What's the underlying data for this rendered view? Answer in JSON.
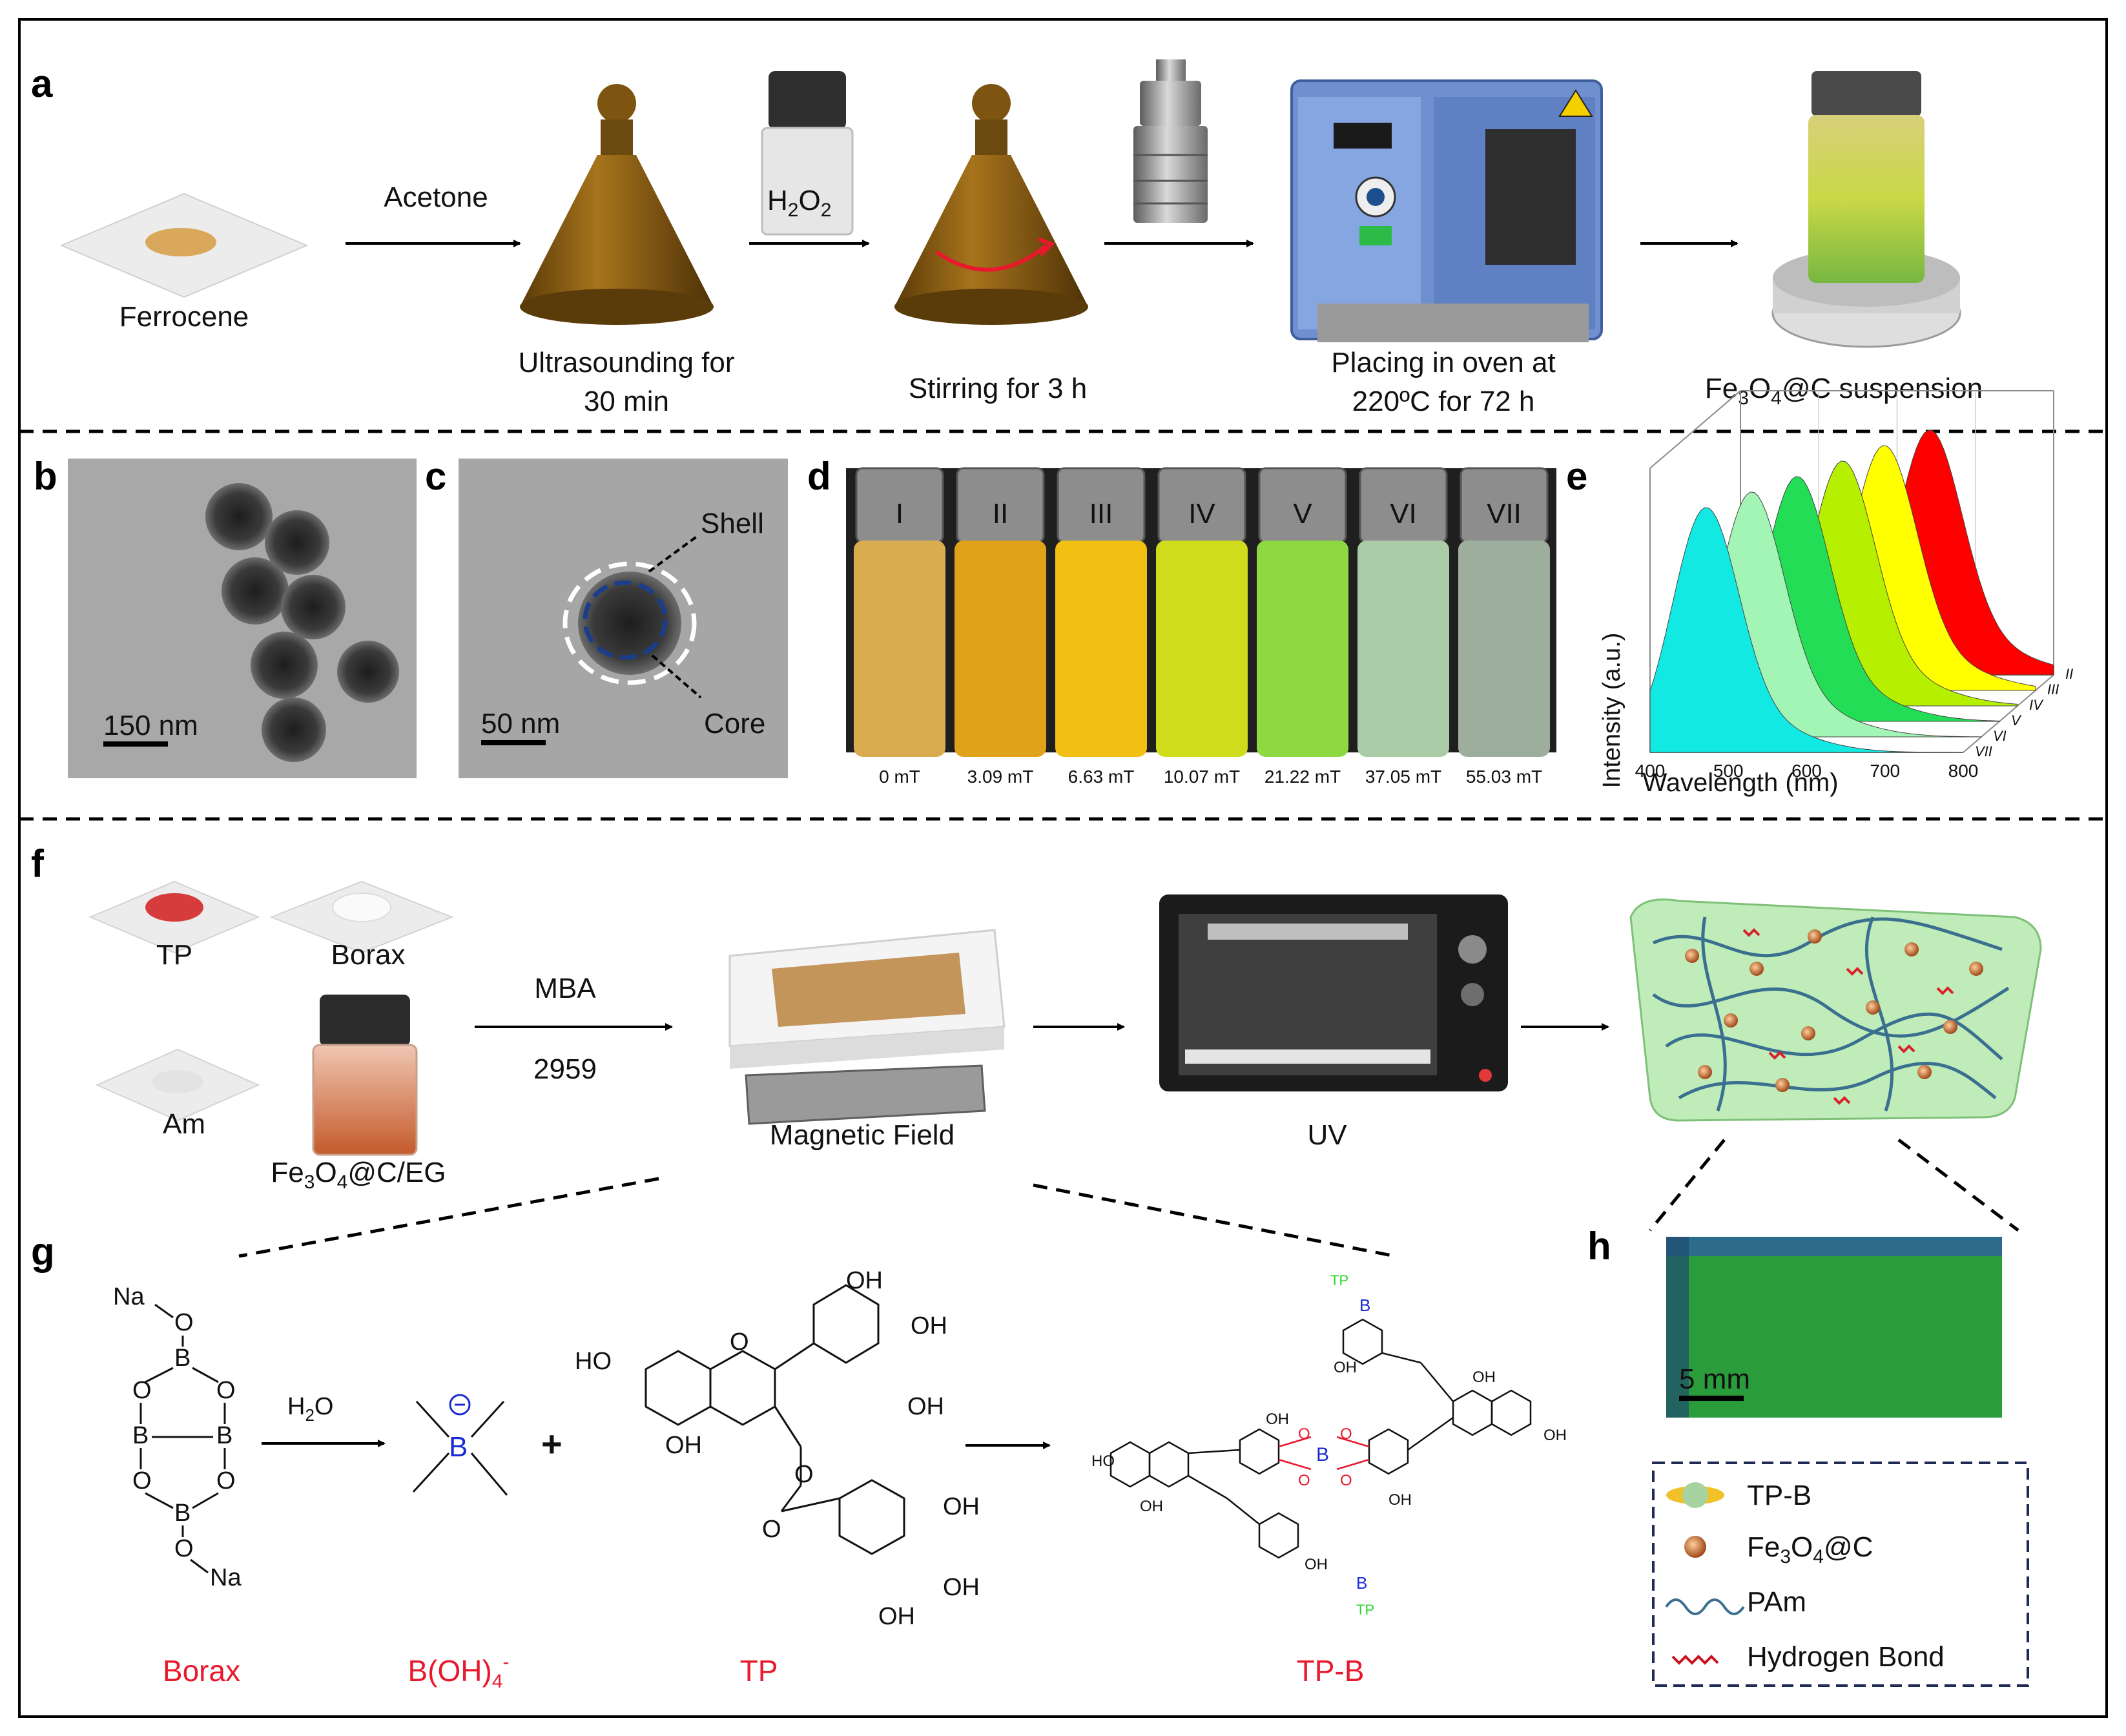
{
  "panel_letters": {
    "a": "a",
    "b": "b",
    "c": "c",
    "d": "d",
    "e": "e",
    "f": "f",
    "g": "g",
    "h": "h"
  },
  "panel_a": {
    "ferrocene": "Ferrocene",
    "acetone": "Acetone",
    "h2o2_base": "H",
    "h2o2_sub1": "2",
    "h2o2_o": "O",
    "h2o2_sub2": "2",
    "step_ultrasound_1": "Ultrasounding  for",
    "step_ultrasound_2": "30 min",
    "step_stir": "Stirring for 3 h",
    "step_oven_1": "Placing in oven at",
    "step_oven_2": "220ºC for 72 h",
    "product_fe": "Fe",
    "product_sub3": "3",
    "product_o": "O",
    "product_sub4": "4",
    "product_rest": "@C suspension"
  },
  "panel_b": {
    "scale": "150 nm"
  },
  "panel_c": {
    "scale": "50 nm",
    "shell": "Shell",
    "core": "Core"
  },
  "panel_d": {
    "vials": [
      {
        "label": "I",
        "field": "0 mT",
        "color": "#d9ad4f"
      },
      {
        "label": "II",
        "field": "3.09 mT",
        "color": "#e0a21a"
      },
      {
        "label": "III",
        "field": "6.63 mT",
        "color": "#f1c012"
      },
      {
        "label": "IV",
        "field": "10.07 mT",
        "color": "#cfdc1c"
      },
      {
        "label": "V",
        "field": "21.22 mT",
        "color": "#8ed842"
      },
      {
        "label": "VI",
        "field": "37.05 mT",
        "color": "#a9cca6"
      },
      {
        "label": "VII",
        "field": "55.03 mT",
        "color": "#9eae9c"
      }
    ]
  },
  "chart_data": {
    "type": "area",
    "xlabel": "Wavelength (nm)",
    "ylabel": "Intensity (a.u.)",
    "xlim": [
      400,
      800
    ],
    "x_ticks": [
      "400",
      "500",
      "600",
      "700",
      "800"
    ],
    "series": [
      {
        "name": "II",
        "peak_nm": 640,
        "color": "#ff0000"
      },
      {
        "name": "III",
        "peak_nm": 605,
        "color": "#ffff00"
      },
      {
        "name": "IV",
        "peak_nm": 575,
        "color": "#b6ef00"
      },
      {
        "name": "V",
        "peak_nm": 540,
        "color": "#22dd55"
      },
      {
        "name": "VI",
        "peak_nm": 505,
        "color": "#a3f5b5"
      },
      {
        "name": "VII",
        "peak_nm": 470,
        "color": "#13e9e3"
      }
    ]
  },
  "panel_f": {
    "tp": "TP",
    "borax": "Borax",
    "am": "Am",
    "fe_fe": "Fe",
    "fe_sub3": "3",
    "fe_o": "O",
    "fe_sub4": "4",
    "fe_rest": "@C/EG",
    "mba": "MBA",
    "i2959": "2959",
    "magnetic": "Magnetic Field",
    "uv": "UV"
  },
  "panel_g": {
    "na1": "Na",
    "na2": "Na",
    "o": "O",
    "b": "B",
    "h2o_h": "H",
    "h2o_2": "2",
    "h2o_o": "O",
    "plus": "+",
    "ho": "HO",
    "oh": "OH",
    "cap_borax": "Borax",
    "cap_boh4": "B(OH)",
    "cap_boh4_sub": "4",
    "cap_boh4_sup": "-",
    "cap_tp": "TP",
    "cap_tpb": "TP-B",
    "tp_small": "TP"
  },
  "panel_h": {
    "scale": "5 mm"
  },
  "legend": {
    "tpb": "TP-B",
    "fe_fe": "Fe",
    "fe_sub3": "3",
    "fe_o": "O",
    "fe_sub4": "4",
    "fe_rest": "@C",
    "pam": "PAm",
    "hbond": "Hydrogen Bond"
  }
}
